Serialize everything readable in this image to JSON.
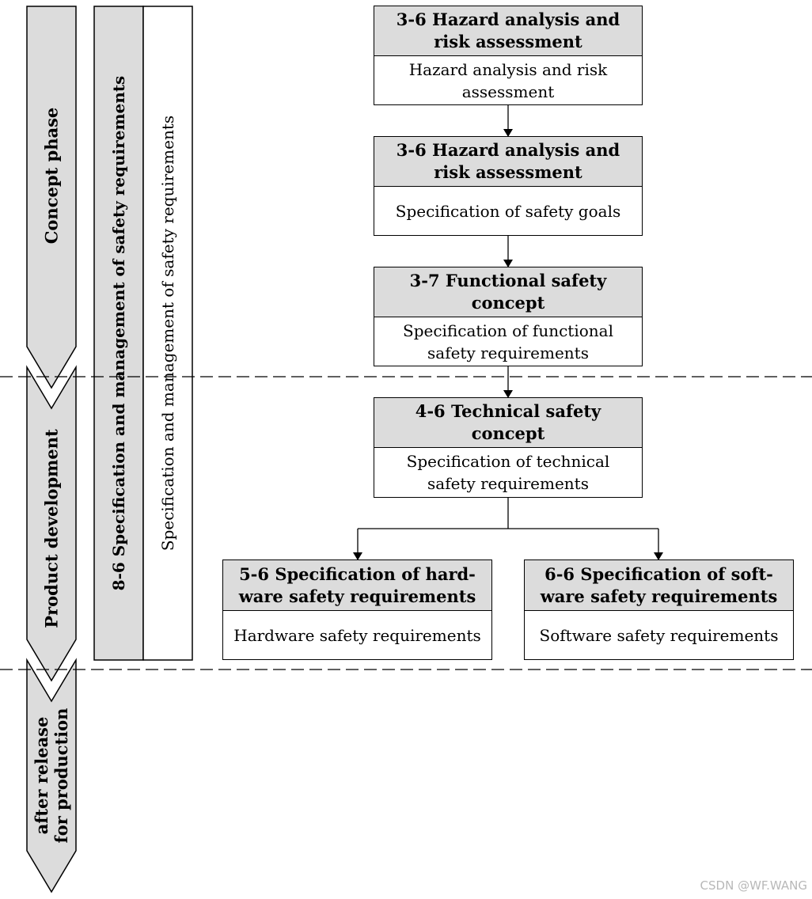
{
  "phases": {
    "concept": "Concept phase",
    "product_development": "Product development",
    "after_release": "after release\nfor production"
  },
  "section": {
    "title": "8-6 Specification and management of safety requirements",
    "content": "Specification and management of safety requirements"
  },
  "boxes": [
    {
      "id": "hazard-1",
      "header": "3-6 Hazard analysis and\nrisk assessment",
      "body": "Hazard analysis and risk\nassessment"
    },
    {
      "id": "hazard-2",
      "header": "3-6 Hazard analysis and\nrisk assessment",
      "body": "Specification of safety goals"
    },
    {
      "id": "functional",
      "header": "3-7 Functional safety\nconcept",
      "body": "Specification of functional\nsafety requirements"
    },
    {
      "id": "technical",
      "header": "4-6 Technical safety\nconcept",
      "body": "Specification of technical\nsafety requirements"
    },
    {
      "id": "hardware",
      "header": "5-6 Specification of hard-\nware safety requirements",
      "body": "Hardware safety requirements"
    },
    {
      "id": "software",
      "header": "6-6 Specification of soft-\nware safety requirements",
      "body": "Software safety requirements"
    }
  ],
  "watermark": "CSDN @WF.WANG",
  "colors": {
    "fill_gray": "#dcdcdc",
    "stroke": "#000000"
  }
}
